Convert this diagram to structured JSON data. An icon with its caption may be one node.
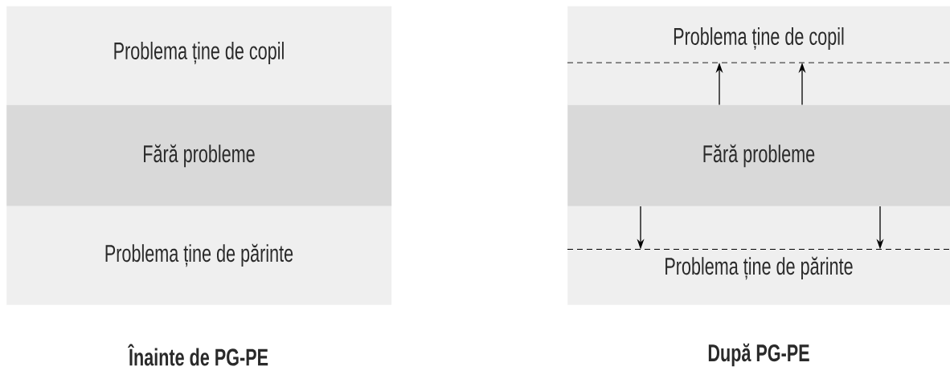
{
  "diagram": {
    "nodes": [
      {
        "text": [
          "Problema ține de copil"
        ]
      },
      {
        "text": [
          "Fără probleme"
        ]
      },
      {
        "text": [
          "Problema ține de părinte"
        ]
      },
      {
        "text": [
          "Problema ține de copil"
        ]
      },
      {
        "text": [
          "Fără probleme"
        ]
      },
      {
        "text": [
          "Problema ține de părinte"
        ]
      }
    ],
    "edges": [
      {
        "from": 4,
        "to": 3,
        "arrow": "to"
      },
      {
        "from": 4,
        "to": 3,
        "arrow": "to"
      },
      {
        "from": 4,
        "to": 5,
        "arrow": "to"
      },
      {
        "from": 4,
        "to": 5,
        "arrow": "to"
      }
    ],
    "labels": [
      "Înainte de PG-PE",
      "După PG-PE"
    ]
  }
}
